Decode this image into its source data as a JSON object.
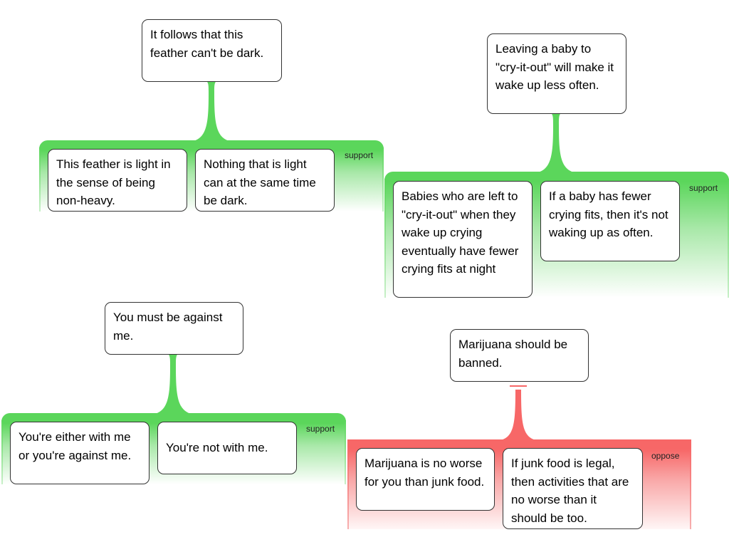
{
  "colors": {
    "support": "#5bd65b",
    "oppose": "#f76767"
  },
  "diagrams": [
    {
      "relation": "support",
      "conclusion": "It follows that this feather can't be dark.",
      "premises": [
        "This feather is light in the sense of being non-heavy.",
        "Nothing that is light can at the same time be dark."
      ]
    },
    {
      "relation": "support",
      "conclusion": "Leaving a baby to \"cry-it-out\" will make it wake up less often.",
      "premises": [
        "Babies who are left to \"cry-it-out\" when they wake up crying eventually have fewer crying fits at night",
        "If a baby has fewer crying fits, then it's not waking up as often."
      ]
    },
    {
      "relation": "support",
      "conclusion": "You must be against me.",
      "premises": [
        "You're either with me or you're against me.",
        "You're not with me."
      ]
    },
    {
      "relation": "oppose",
      "conclusion": "Marijuana should be banned.",
      "premises": [
        "Marijuana is no worse for you than junk food.",
        "If junk food is legal, then activities that are no worse than it should be too."
      ]
    }
  ]
}
